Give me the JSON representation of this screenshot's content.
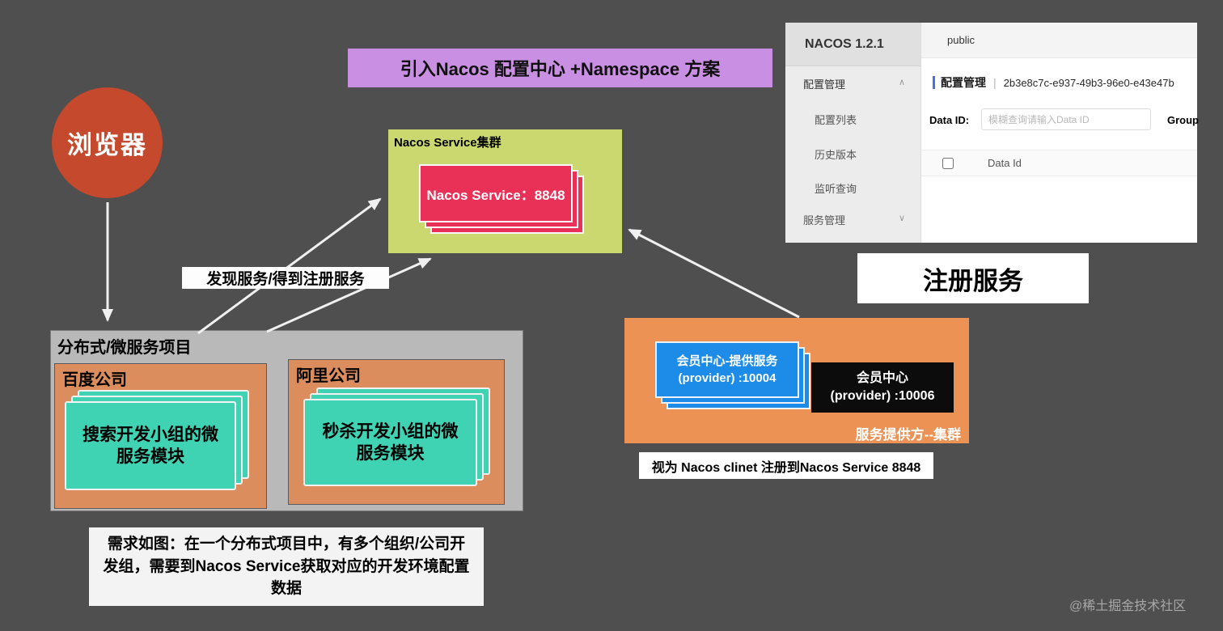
{
  "banner": {
    "text": "引入Nacos 配置中心 +Namespace 方案"
  },
  "browser": {
    "label": "浏览器"
  },
  "cluster": {
    "label": "Nacos Service集群",
    "card_text": "Nacos Service：8848"
  },
  "labels": {
    "discover": "发现服务/得到注册服务",
    "register": "注册服务",
    "client_note": "视为 Nacos clinet 注册到Nacos Service 8848",
    "requirement": "需求如图：在一个分布式项目中，有多个组织/公司开发组，需要到Nacos Service获取对应的开发环境配置数据",
    "watermark": "@稀土掘金技术社区"
  },
  "project": {
    "label": "分布式/微服务项目",
    "baidu": {
      "label": "百度公司",
      "card_text": "搜索开发小组的微服务模块"
    },
    "ali": {
      "label": "阿里公司",
      "card_text": "秒杀开发小组的微服务模块"
    }
  },
  "provider": {
    "blue_card": {
      "line1": "会员中心-提供服务",
      "line2": "(provider) :10004"
    },
    "black_card": {
      "line1": "会员中心",
      "line2": "(provider) :10006"
    },
    "label": "服务提供方--集群"
  },
  "console": {
    "logo": "NACOS 1.2.1",
    "namespace_tab": "public",
    "sidebar": [
      {
        "label": "配置管理"
      },
      {
        "label": "配置列表"
      },
      {
        "label": "历史版本"
      },
      {
        "label": "监听查询"
      },
      {
        "label": "服务管理"
      }
    ],
    "title": "配置管理",
    "separator": "|",
    "namespace_id": "2b3e8c7c-e937-49b3-96e0-e43e47b",
    "data_id_label": "Data ID:",
    "data_id_placeholder": "模糊查询请输入Data ID",
    "group_label": "Group",
    "table_header": "Data Id"
  },
  "icons": {
    "chevron_up": "∧",
    "chevron_down": "∨"
  },
  "colors": {
    "background": "#4f4f4f",
    "banner": "#c98fe3",
    "browser_circle": "#c5492c",
    "cluster_bg": "#cbd870",
    "service_card": "#e93057",
    "project_bg": "#b9b9b9",
    "company_bg": "#dc8d5d",
    "module_card": "#3fd3b4",
    "provider_bg": "#eb9254",
    "provider_card": "#1c8ce8",
    "black_card": "#0c0c0c",
    "arrow": "#f0f0f0"
  }
}
